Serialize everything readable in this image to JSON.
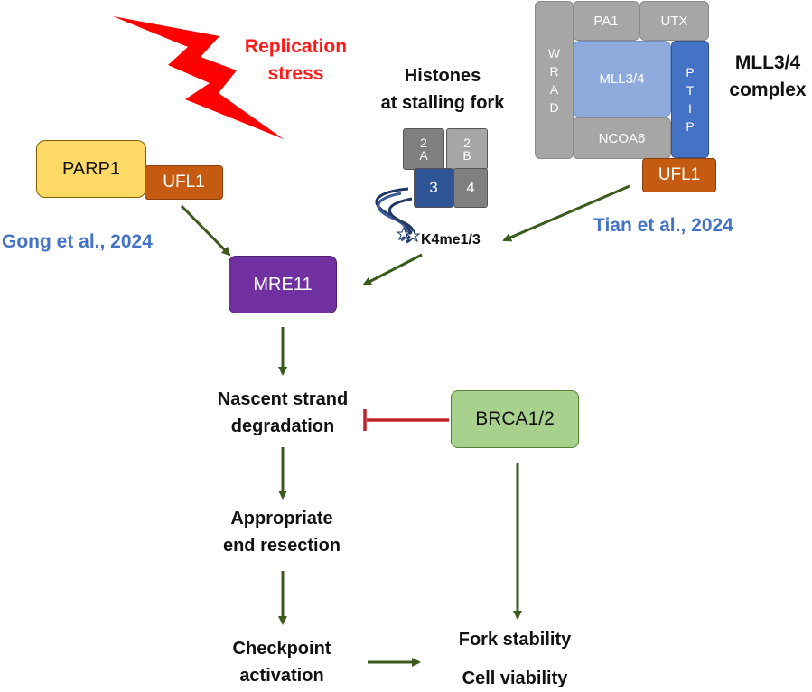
{
  "labels": {
    "replication_stress": [
      "Replication",
      "stress"
    ],
    "histones_title": [
      "Histones",
      "at stalling fork"
    ],
    "mll_complex_title": [
      "MLL3/4",
      "complex"
    ],
    "parp1": "PARP1",
    "ufl1_left": "UFL1",
    "ufl1_right": "UFL1",
    "gong": "Gong et al., 2024",
    "tian": "Tian et al., 2024",
    "k4me": "K4me1/3",
    "mre11": "MRE11",
    "nascent": [
      "Nascent strand",
      "degradation"
    ],
    "brca": "BRCA1/2",
    "appropriate": [
      "Appropriate",
      "end resection"
    ],
    "checkpoint": [
      "Checkpoint",
      "activation"
    ],
    "fork_stability": "Fork stability",
    "cell_viability": "Cell viability"
  },
  "histones": {
    "h2a": [
      "2",
      "A"
    ],
    "h2b": [
      "2",
      "B"
    ],
    "h3": "3",
    "h4": "4"
  },
  "mll_complex": {
    "wrad": [
      "W",
      "R",
      "A",
      "D"
    ],
    "pa1": "PA1",
    "utx": "UTX",
    "mll34": "MLL3/4",
    "ptip": [
      "P",
      "T",
      "I",
      "P"
    ],
    "ncoa6": "NCOA6"
  },
  "colors": {
    "arrow_green": "#3a5a1e",
    "inhibit_red": "#c0242a",
    "parp1_fill": "#ffd966",
    "ufl1_fill": "#c55a11",
    "mre11_fill": "#7030a0",
    "brca_fill": "#a9d18e",
    "ptip_fill": "#4472c4",
    "mll_fill": "#8faadc",
    "histone_dark": "#2f5597",
    "gray_subunit": "#a6a6a6",
    "citation_blue": "#4472c4",
    "stress_red": "#ff0000"
  },
  "icons": {
    "lightning": "lightning-bolt-icon",
    "dna": "dna-strand-icon",
    "methyl_marks": "methyl-star-icon"
  }
}
